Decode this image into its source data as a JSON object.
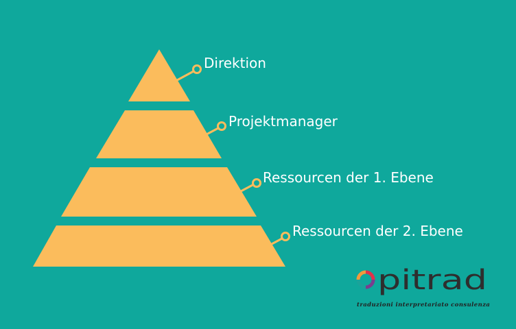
{
  "colors": {
    "background": "#0fa89c",
    "tier_fill": "#fbbc5c",
    "connector": "#fbbc5c",
    "label_text": "#ffffff",
    "logo_text": "#2e2e2e",
    "logo_ring_orange": "#f39a3c",
    "logo_ring_red": "#e2314a",
    "logo_ring_purple": "#7a3e8e",
    "logo_ring_teal": "#1aa39a"
  },
  "pyramid": {
    "levels": [
      {
        "label": "Direktion"
      },
      {
        "label": "Projektmanager"
      },
      {
        "label": "Ressourcen der 1. Ebene"
      },
      {
        "label": "Ressourcen der 2. Ebene"
      }
    ]
  },
  "logo": {
    "wordmark": "opitrad",
    "tagline": "traduzioni  interpretariato  consulenza"
  }
}
